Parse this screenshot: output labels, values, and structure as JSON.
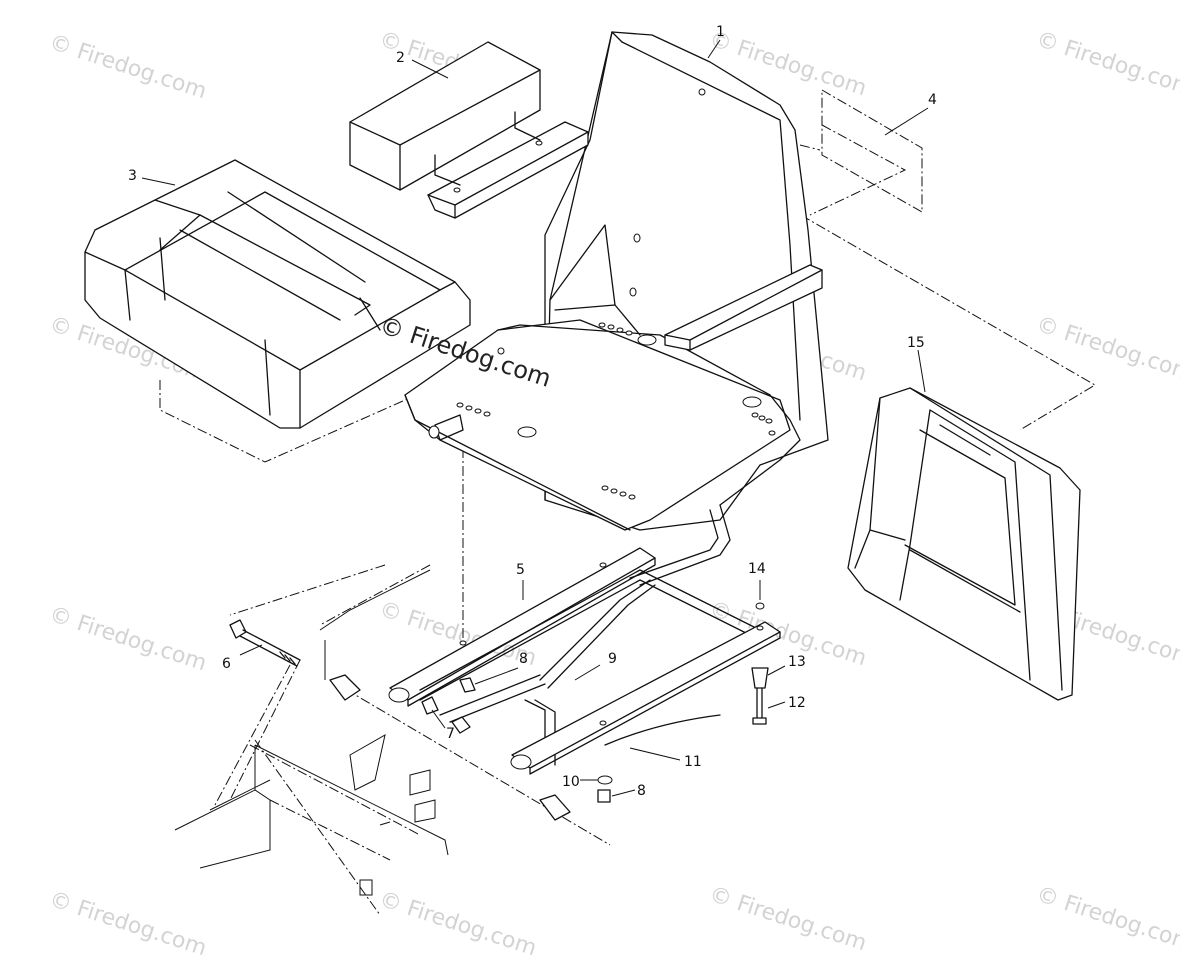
{
  "watermark": {
    "text": "© Firedog.com",
    "center_text": "© Firedog.com"
  },
  "callouts": [
    {
      "id": "1",
      "label": "1"
    },
    {
      "id": "2",
      "label": "2"
    },
    {
      "id": "3",
      "label": "3"
    },
    {
      "id": "4",
      "label": "4"
    },
    {
      "id": "5",
      "label": "5"
    },
    {
      "id": "6",
      "label": "6"
    },
    {
      "id": "7",
      "label": "7"
    },
    {
      "id": "8a",
      "label": "8"
    },
    {
      "id": "8b",
      "label": "8"
    },
    {
      "id": "9",
      "label": "9"
    },
    {
      "id": "10",
      "label": "10"
    },
    {
      "id": "11",
      "label": "11"
    },
    {
      "id": "12",
      "label": "12"
    },
    {
      "id": "13",
      "label": "13"
    },
    {
      "id": "14",
      "label": "14"
    },
    {
      "id": "15",
      "label": "15"
    }
  ],
  "colors": {
    "line": "#111111",
    "watermark": "#d3d3d3",
    "background": "#ffffff"
  }
}
